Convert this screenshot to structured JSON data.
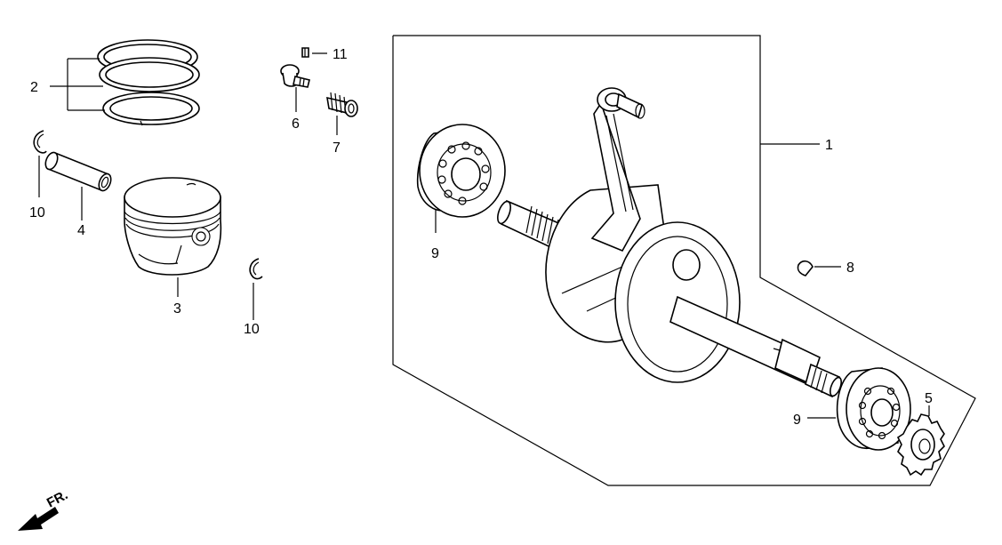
{
  "callouts": {
    "c1": "1",
    "c2": "2",
    "c3": "3",
    "c4": "4",
    "c5": "5",
    "c6": "6",
    "c7": "7",
    "c8": "8",
    "c9a": "9",
    "c9b": "9",
    "c10a": "10",
    "c10b": "10",
    "c11": "11"
  },
  "direction": {
    "label": "FR."
  },
  "parts": {
    "p1": "crankshaft-assembly",
    "p2": "piston-ring-set",
    "p3": "piston",
    "p4": "piston-pin",
    "p5": "cam-chain-sprocket",
    "p6": "bolt",
    "p7": "spring",
    "p8": "woodruff-key",
    "p9": "ball-bearing",
    "p10": "piston-pin-clip",
    "p11": "pin"
  },
  "colors": {
    "ink": "#000000",
    "paper": "#ffffff"
  }
}
